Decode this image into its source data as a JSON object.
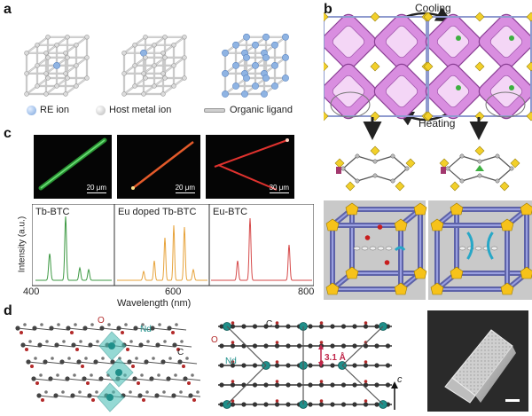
{
  "panels": {
    "a": {
      "label": "a",
      "legend": {
        "re_ion": "RE ion",
        "host_metal_ion": "Host metal ion",
        "organic_ligand": "Organic ligand"
      },
      "colors": {
        "re_ion": "#8fb4e3",
        "host_ion": "#d9d9d9",
        "ligand": "#bdbdbd"
      }
    },
    "b": {
      "label": "b",
      "cooling": "Cooling",
      "heating": "Heating",
      "colors": {
        "cage": "#c86ad0",
        "node": "#f2d02a",
        "guest": "#3db040",
        "frame": "#8f9bcf"
      }
    },
    "c": {
      "label": "c",
      "images": [
        {
          "scale_label": "20 μm",
          "color": "#2fae3a"
        },
        {
          "scale_label": "20 μm",
          "color": "#e35a2a"
        },
        {
          "scale_label": "30 μm",
          "color": "#e0322e"
        }
      ],
      "ylabel": "Intensity (a.u.)",
      "xlabel": "Wavelength (nm)",
      "xticks": [
        "400",
        "600",
        "800"
      ],
      "series": [
        {
          "name": "Tb-BTC",
          "color": "#3f9a45"
        },
        {
          "name": "Eu doped Tb-BTC",
          "color": "#e7a33b"
        },
        {
          "name": "Eu-BTC",
          "color": "#d64a4a"
        }
      ]
    },
    "d": {
      "label": "d",
      "left_labels": {
        "o": "O",
        "nd": "Nd",
        "c": "C"
      },
      "mid_labels": {
        "o": "O",
        "c": "C",
        "nd": "Nd",
        "distance": "3.1 Å",
        "axis": "c"
      },
      "colors": {
        "nd": "#1f8f8a",
        "o": "#b32a2a",
        "c": "#444444"
      }
    }
  }
}
